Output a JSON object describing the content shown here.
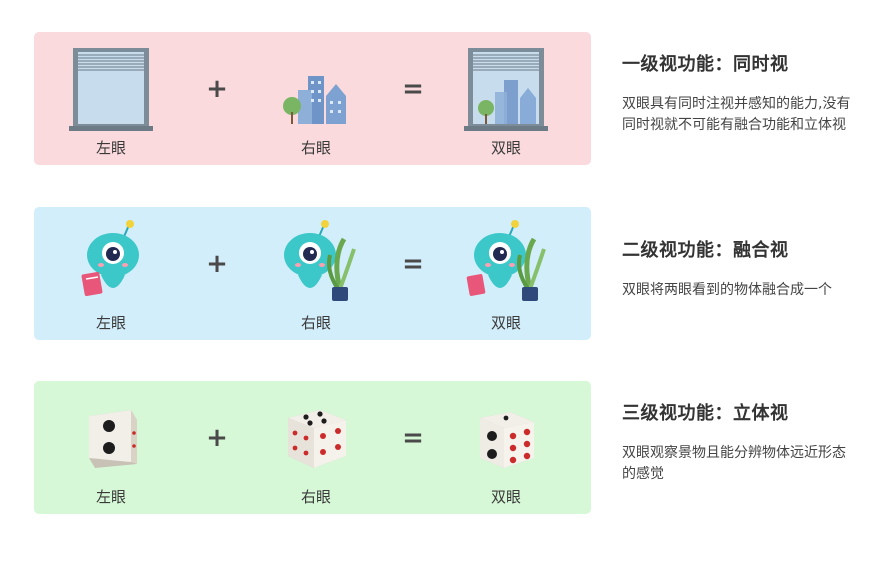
{
  "colors": {
    "level1_bg": "#fadadd",
    "level2_bg": "#d3eefb",
    "level3_bg": "#d6f8d7"
  },
  "operators": {
    "plus": "+",
    "equals": "="
  },
  "levels": [
    {
      "title": "一级视功能：同时视",
      "description": "双眼具有同时注视并感知的能力,没有同时视就不可能有融合功能和立体视",
      "left_label": "左眼",
      "right_label": "右眼",
      "both_label": "双眼",
      "left_image": "window-icon",
      "right_image": "buildings-icon",
      "both_image": "window-with-buildings-icon"
    },
    {
      "title": "二级视功能：融合视",
      "description": "双眼将两眼看到的物体融合成一个",
      "left_label": "左眼",
      "right_label": "右眼",
      "both_label": "双眼",
      "left_image": "mascot-with-book-icon",
      "right_image": "mascot-with-plant-icon",
      "both_image": "mascot-with-book-and-plant-icon"
    },
    {
      "title": "三级视功能：立体视",
      "description": "双眼观察景物且能分辨物体远近形态的感觉",
      "left_label": "左眼",
      "right_label": "右眼",
      "both_label": "双眼",
      "left_image": "dice-icon",
      "right_image": "dice-icon",
      "both_image": "dice-3d-icon"
    }
  ]
}
